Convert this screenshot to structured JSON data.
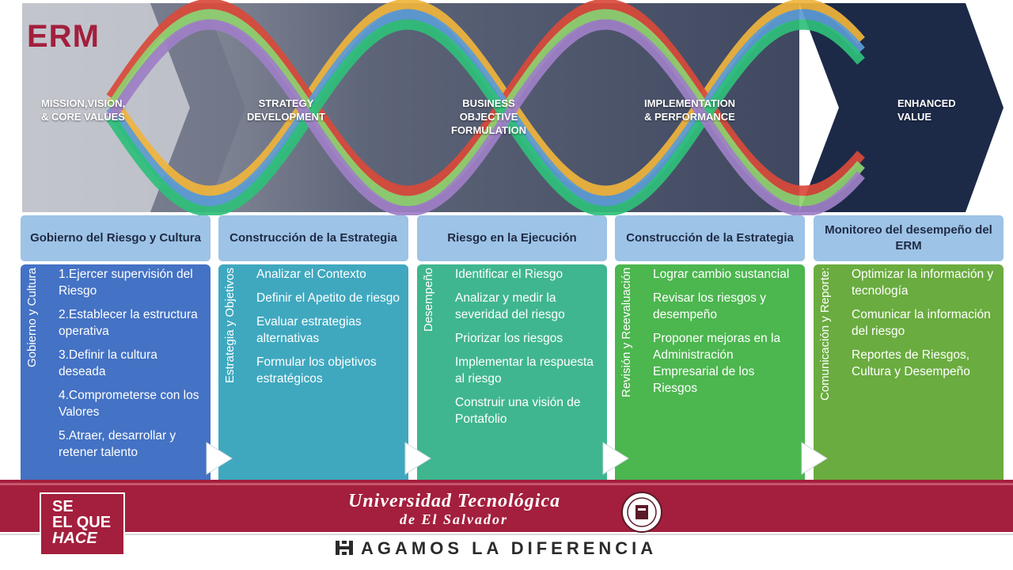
{
  "diagram": {
    "title": "ERM",
    "stages": [
      {
        "line1": "MISSION,VISION,",
        "line2": "& CORE VALUES"
      },
      {
        "line1": "STRATEGY",
        "line2": "DEVELOPMENT"
      },
      {
        "line1": "BUSINESS",
        "line2": "OBJECTIVE",
        "line3": "FORMULATION"
      },
      {
        "line1": "IMPLEMENTATION",
        "line2": "& PERFORMANCE"
      },
      {
        "line1": "ENHANCED",
        "line2": "VALUE"
      }
    ],
    "columns": [
      {
        "header": "Gobierno del Riesgo y Cultura",
        "side_label": "Gobierno y Cultura",
        "color": "#4472c4",
        "items": [
          "1.Ejercer supervisión del Riesgo",
          "2.Establecer la estructura operativa",
          "3.Definir la cultura deseada",
          "4.Comprometerse con los Valores",
          "5.Atraer, desarrollar y retener talento"
        ]
      },
      {
        "header": "Construcción de la Estrategia",
        "side_label": "Estrategia y Objetivos",
        "color": "#3fa8bf",
        "items": [
          "Analizar el Contexto",
          "Definir el Apetito de riesgo",
          "Evaluar estrategias alternativas",
          "Formular los objetivos estratégicos"
        ]
      },
      {
        "header": "Riesgo en la Ejecución",
        "side_label": "Desempeño",
        "color": "#3fb68f",
        "items": [
          "Identificar el Riesgo",
          "Analizar y medir la severidad del riesgo",
          "Priorizar los riesgos",
          "Implementar la respuesta al riesgo",
          "Construir una visión de Portafolio"
        ]
      },
      {
        "header": "Construcción de la Estrategia",
        "side_label": "Revisión y Reevaluación",
        "color": "#4cb64f",
        "items": [
          "Lograr cambio sustancial",
          "Revisar los riesgos y desempeño",
          "Proponer mejoras en la Administración Empresarial de los Riesgos"
        ]
      },
      {
        "header": "Monitoreo del desempeño del ERM",
        "side_label": "Comunicación y Reporte:",
        "color": "#6aac3f",
        "items": [
          "Optimizar la información y tecnología",
          "Comunicar la información del riesgo",
          "Reportes de Riesgos, Cultura y Desempeño"
        ]
      }
    ]
  },
  "footer": {
    "slogan": [
      "SE",
      "EL QUE",
      "HACE"
    ],
    "university_line1": "Universidad Tecnológica",
    "university_line2": "de El Salvador",
    "motto": "AGAMOS LA DIFERENCIA",
    "brand_color": "#a31f3d"
  },
  "icons": [
    "arrow-right-icon",
    "university-seal-icon",
    "motto-h-icon"
  ]
}
